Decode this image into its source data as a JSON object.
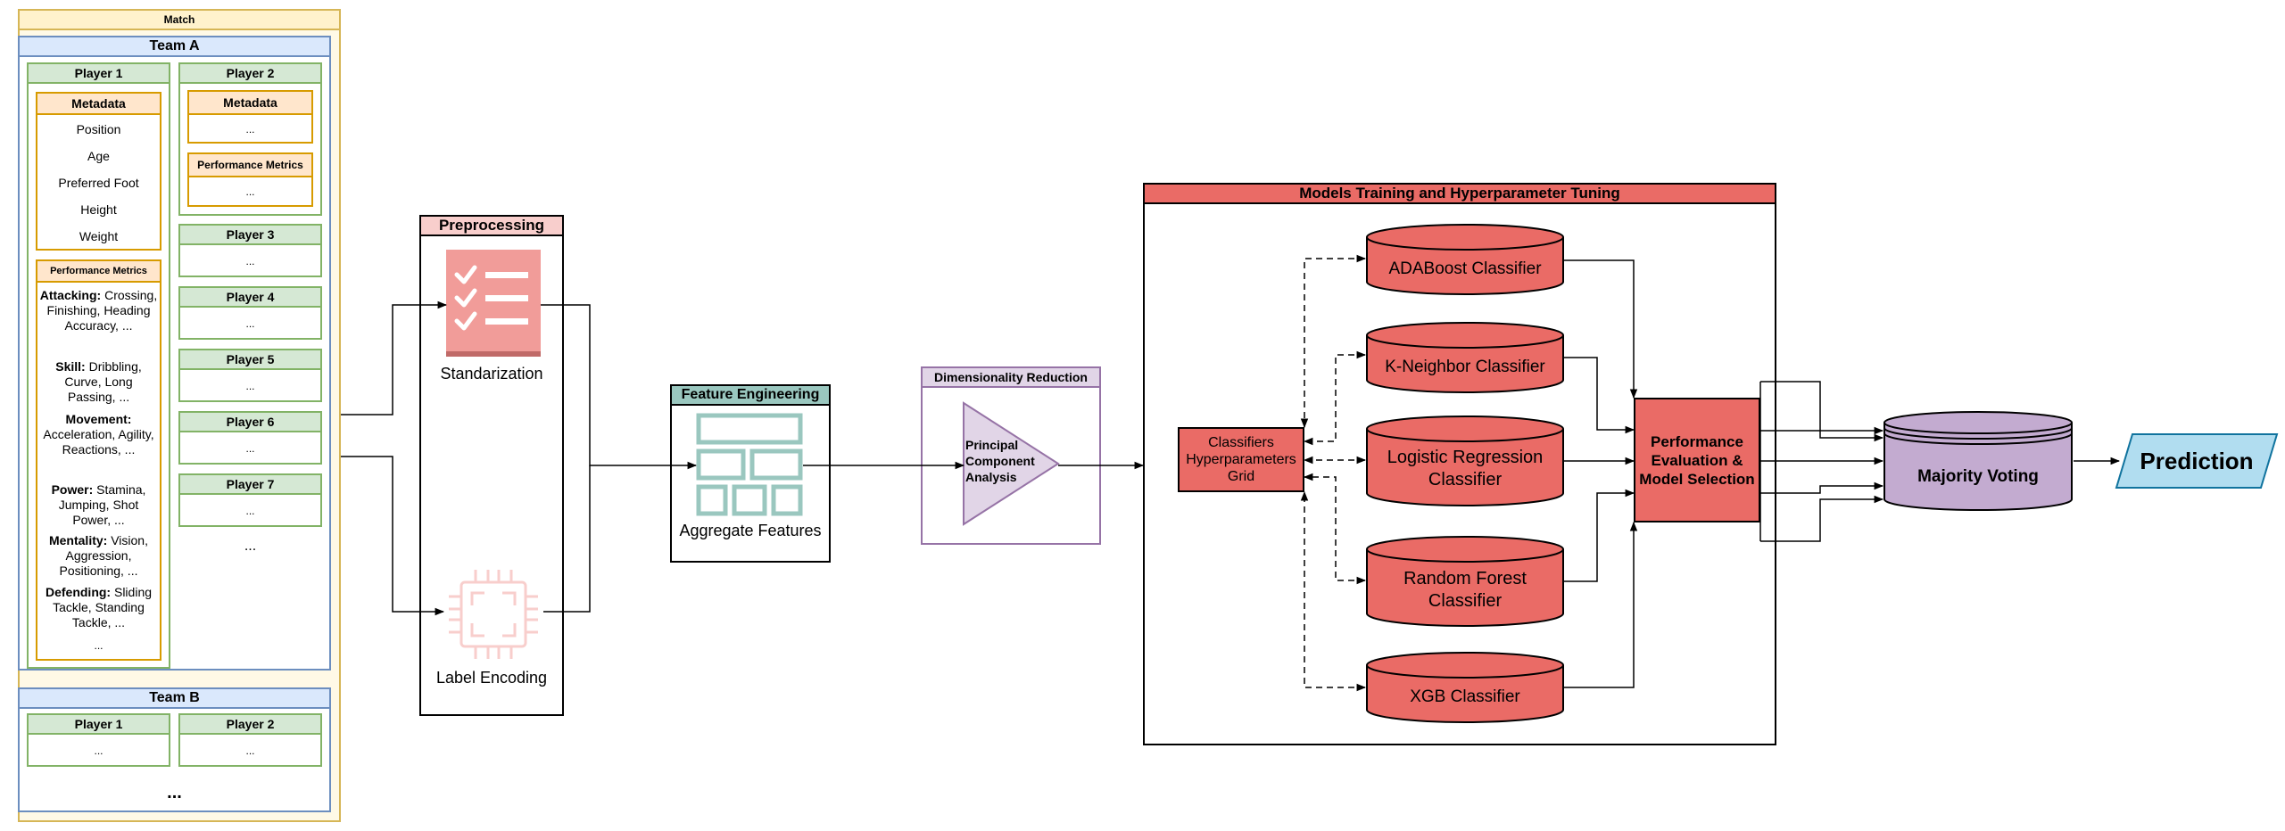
{
  "match": {
    "title": "Match",
    "team_a": {
      "title": "Team A",
      "player1": {
        "title": "Player 1",
        "metadata_title": "Metadata",
        "metadata": [
          "Position",
          "Age",
          "Preferred Foot",
          "Height",
          "Weight"
        ],
        "metrics_title": "Performance Metrics",
        "metrics": [
          {
            "label": "Attacking:",
            "text": "Crossing, Finishing, Heading Accuracy, ..."
          },
          {
            "label": "Skill:",
            "text": "Dribbling, Curve, Long Passing, ..."
          },
          {
            "label": "Movement:",
            "text": "Acceleration, Agility, Reactions, ..."
          },
          {
            "label": "Power:",
            "text": "Stamina, Jumping, Shot Power, ..."
          },
          {
            "label": "Mentality:",
            "text": "Vision, Aggression, Positioning, ..."
          },
          {
            "label": "Defending:",
            "text": "Sliding Tackle, Standing Tackle, ..."
          }
        ],
        "metrics_ellipsis": "..."
      },
      "player2": {
        "title": "Player 2",
        "metadata_title": "Metadata",
        "metadata_value": "...",
        "metrics_title": "Performance Metrics",
        "metrics_value": "..."
      },
      "other_players": [
        {
          "title": "Player 3",
          "value": "..."
        },
        {
          "title": "Player 4",
          "value": "..."
        },
        {
          "title": "Player 5",
          "value": "..."
        },
        {
          "title": "Player 6",
          "value": "..."
        },
        {
          "title": "Player 7",
          "value": "..."
        }
      ],
      "more": "..."
    },
    "team_b": {
      "title": "Team B",
      "player1": {
        "title": "Player 1",
        "value": "..."
      },
      "player2": {
        "title": "Player 2",
        "value": "..."
      },
      "more": "..."
    }
  },
  "preprocessing": {
    "title": "Preprocessing",
    "standardization": "Standarization",
    "label_encoding": "Label Encoding"
  },
  "feature_engineering": {
    "title": "Feature Engineering",
    "aggregate": "Aggregate Features"
  },
  "dimensionality_reduction": {
    "title": "Dimensionality Reduction",
    "pca": "Principal Component Analysis"
  },
  "models": {
    "title": "Models Training and Hyperparameter Tuning",
    "grid": "Classifiers Hyperparameters Grid",
    "classifiers": [
      "ADABoost Classifier",
      "K-Neighbor Classifier",
      "Logistic Regression Classifier",
      "Random Forest Classifier",
      "XGB Classifier"
    ],
    "evaluation": "Performance Evaluation & Model Selection"
  },
  "voting": "Majority Voting",
  "prediction": "Prediction",
  "colors": {
    "match_fill": "#fff2cc",
    "team_fill": "#dae8fc",
    "player_fill": "#d5e8d4",
    "section_fill": "#ffe6cc",
    "preprocessing_fill": "#f8cecc",
    "feature_fill": "#9ac7bf",
    "dimred_fill": "#e1d5e7",
    "models_fill": "#ea6b66",
    "voting_fill": "#c3abd0",
    "prediction_fill": "#b1ddf0"
  }
}
